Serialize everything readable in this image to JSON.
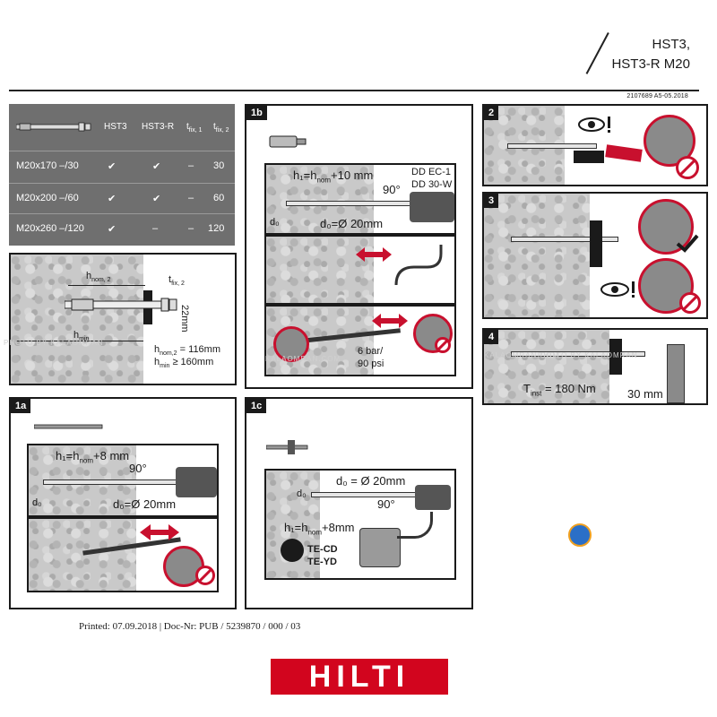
{
  "header": {
    "title_line1": "HST3,",
    "title_line2": "HST3-R M20",
    "doc_ref": "2107689 A5-05.2018"
  },
  "table": {
    "headers": [
      "HST3",
      "HST3-R",
      "t",
      "t"
    ],
    "headers_sub": [
      "",
      "",
      "fix, 1",
      "fix, 2"
    ],
    "rows": [
      {
        "size": "M20x170 –/30",
        "hst3": "✔",
        "hst3r": "✔",
        "tfix1": "–",
        "tfix2": "30"
      },
      {
        "size": "M20x200 –/60",
        "hst3": "✔",
        "hst3r": "✔",
        "tfix1": "–",
        "tfix2": "60"
      },
      {
        "size": "M20x260 –/120",
        "hst3": "✔",
        "hst3r": "–",
        "tfix1": "–",
        "tfix2": "120"
      }
    ]
  },
  "panel_dims": {
    "hnom2": "h",
    "hnom2_sub": "nom, 2",
    "tfix2": "t",
    "tfix2_sub": "fix, 2",
    "dim22": "22mm",
    "hmin": "h",
    "hmin_sub": "min",
    "val_hnom2": "h",
    "val_hnom2_sub": "nom,2",
    "val_hnom2_eq": "= 116mm",
    "val_hmin": "h",
    "val_hmin_sub": "min",
    "val_hmin_eq": "≥ 160mm"
  },
  "panel_1a": {
    "number": "1a",
    "h1": "h₁=h",
    "h1_sub": "nom",
    "h1_end": "+8 mm",
    "angle": "90°",
    "d0_left": "d₀",
    "d0_eq": "d₀=Ø 20mm"
  },
  "panel_1b": {
    "number": "1b",
    "h1": "h₁=h",
    "h1_sub": "nom",
    "h1_end": "+10 mm",
    "tool1": "DD EC-1",
    "tool2": "DD 30-W",
    "angle": "90°",
    "d0_left": "d₀",
    "d0_eq": "d₀=Ø 20mm",
    "pressure1": "6 bar/",
    "pressure2": "90 psi"
  },
  "panel_1c": {
    "number": "1c",
    "d0_top": "d₀ = Ø 20mm",
    "d0_left": "d₀",
    "angle": "90°",
    "h1": "h₁=h",
    "h1_sub": "nom",
    "h1_end": "+8mm",
    "tool1": "TE-CD",
    "tool2": "TE-YD"
  },
  "panel_2": {
    "number": "2"
  },
  "panel_3": {
    "number": "3"
  },
  "panel_4": {
    "number": "4",
    "torque": "T",
    "torque_sub": "inst",
    "torque_eq": "= 180 Nm",
    "dim": "30 mm"
  },
  "watermarks": [
    "PHOTO BY KALAOMRAN",
    "KALAOMRAN.COM",
    "KALAOMRAN.COM",
    "PHOTO BY KALAOMRAN"
  ],
  "footer": {
    "printed": "Printed: 07.09.2018 | Doc-Nr: PUB / 5239870 / 000 / 03",
    "logo": "HILTI"
  },
  "colors": {
    "brand": "#d2051e",
    "warning": "#c8102e",
    "ink": "#1a1a1a",
    "table_bg": "#6f6f6f"
  }
}
